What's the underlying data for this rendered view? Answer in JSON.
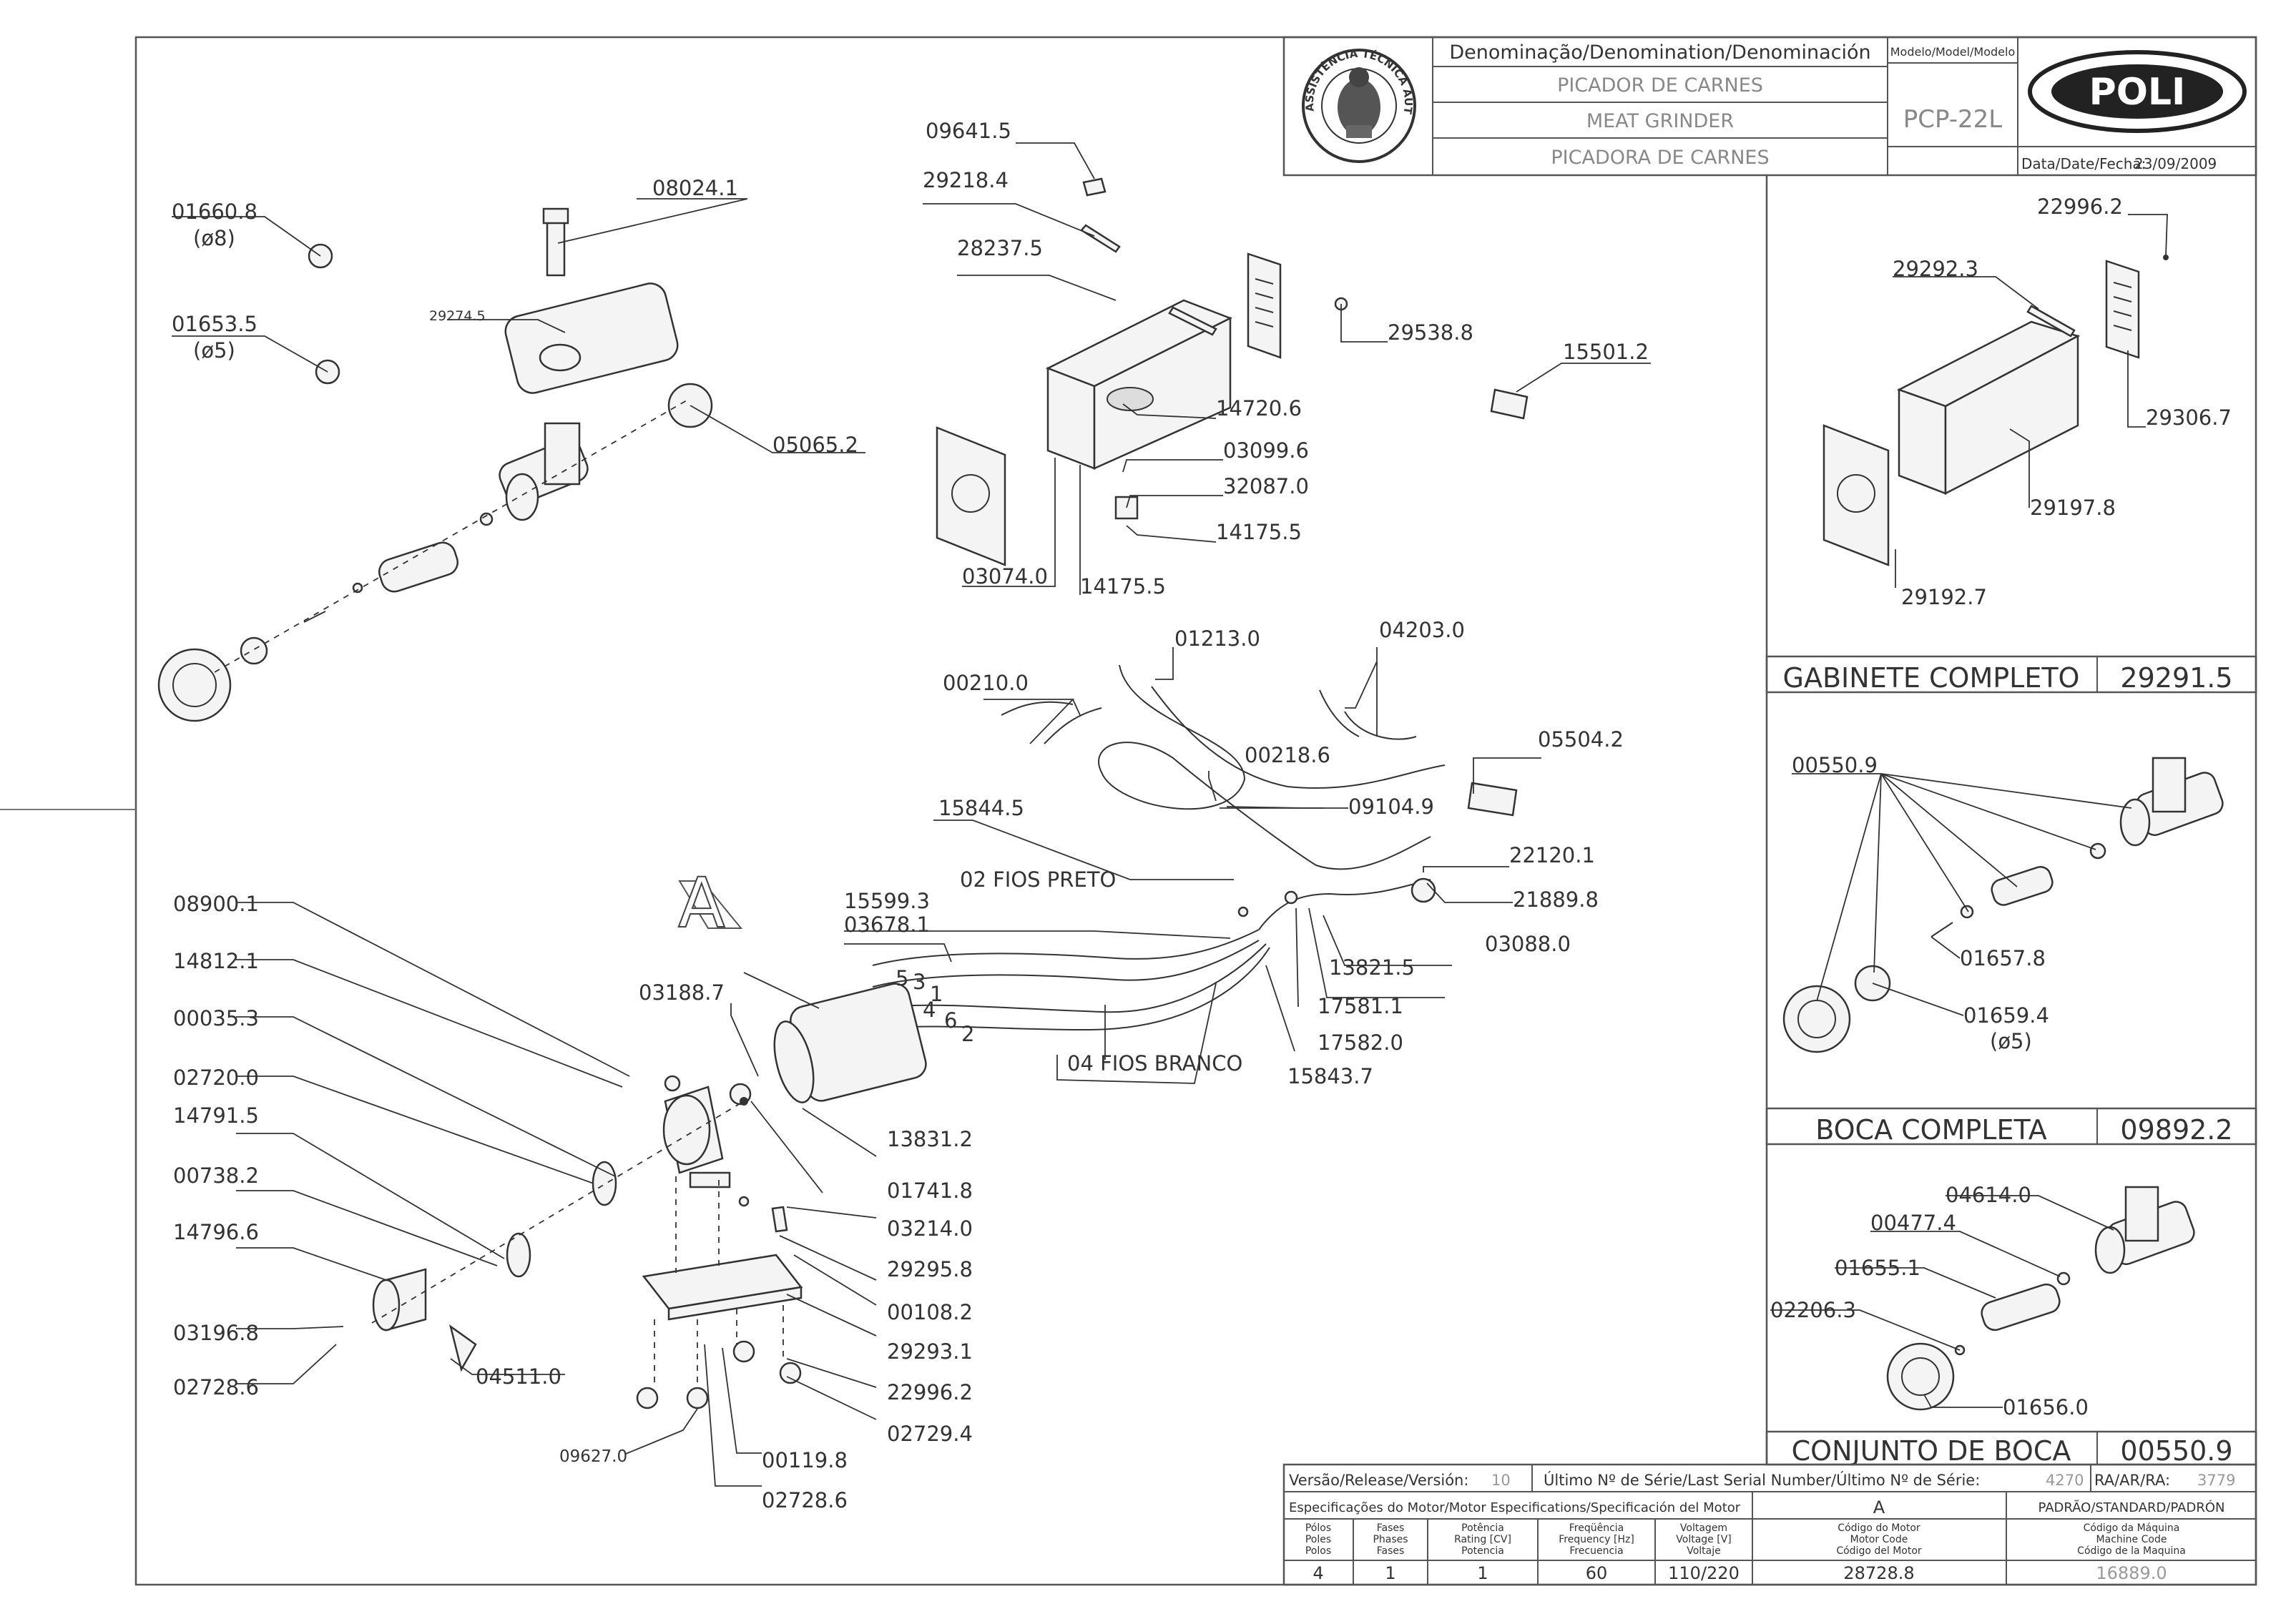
{
  "header": {
    "denomination_label": "Denominação/Denomination/Denominación",
    "name_pt": "PICADOR DE CARNES",
    "name_en": "MEAT GRINDER",
    "name_es": "PICADORA DE CARNES",
    "model_label": "Modelo/Model/Modelo",
    "model_value": "PCP-22L",
    "brand": "POLI",
    "date_label": "Data/Date/Fecha:",
    "date_value": "23/09/2009",
    "seal_text": "ASSISTÊNCIA TÉCNICA AUTORIZADA"
  },
  "main_labels": [
    "09641.5",
    "29218.4",
    "28237.5",
    "29538.8",
    "15501.2",
    "14720.6",
    "03099.6",
    "32087.0",
    "14175.5",
    "03074.0",
    "14175.5",
    "01213.0",
    "04203.0",
    "00210.0",
    "00218.6",
    "05504.2",
    "09104.9",
    "15844.5",
    "02 FIOS PRETO",
    "22120.1",
    "21889.8",
    "15599.3",
    "03678.1",
    "13821.5",
    "03088.0",
    "17581.1",
    "17582.0",
    "04 FIOS BRANCO",
    "15843.7",
    "08900.1",
    "14812.1",
    "00035.3",
    "03188.7",
    "02720.0",
    "13831.2",
    "01741.8",
    "14791.5",
    "03214.0",
    "00738.2",
    "29295.8",
    "14796.6",
    "00108.2",
    "03196.8",
    "29293.1",
    "02728.6",
    "04511.0",
    "22996.2",
    "02729.4",
    "09627.0",
    "00119.8",
    "02728.6",
    "01660.8",
    "(ø8)",
    "01653.5",
    "(ø5)",
    "08024.1",
    "29274.5",
    "05065.2"
  ],
  "section_marker": "A",
  "wire_numbers": [
    "5",
    "3",
    "1",
    "4",
    "6",
    "2"
  ],
  "sections": {
    "gabinete": {
      "title": "GABINETE COMPLETO",
      "code": "29291.5",
      "labels": [
        "22996.2",
        "29292.3",
        "29306.7",
        "29197.8",
        "29192.7"
      ]
    },
    "boca": {
      "title": "BOCA COMPLETA",
      "code": "09892.2",
      "labels": [
        "00550.9",
        "01657.8",
        "01659.4",
        "(ø5)"
      ]
    },
    "conjunto": {
      "title": "CONJUNTO DE BOCA",
      "code": "00550.9",
      "labels": [
        "04614.0",
        "00477.4",
        "01655.1",
        "02206.3",
        "01656.0"
      ]
    }
  },
  "footer": {
    "release_label": "Versão/Release/Versión:",
    "release_value": "10",
    "serial_label": "Último Nº de Série/Last Serial Number/Último Nº de Série:",
    "serial_value": "4270",
    "ra_label": "RA/AR/RA:",
    "ra_value": "3779",
    "motor_spec_label": "Especificações do Motor/Motor Especifications/Specificación del Motor",
    "col_a": "A",
    "standard_label": "PADRÃO/STANDARD/PADRÓN",
    "headers": [
      [
        "Pólos",
        "Poles",
        "Polos"
      ],
      [
        "Fases",
        "Phases",
        "Fases"
      ],
      [
        "Potência",
        "Rating [CV]",
        "Potencia"
      ],
      [
        "Freqüência",
        "Frequency [Hz]",
        "Frecuencia"
      ],
      [
        "Voltagem",
        "Voltage [V]",
        "Voltaje"
      ],
      [
        "Código do Motor",
        "Motor Code",
        "Código del Motor"
      ],
      [
        "Código da Máquina",
        "Machine Code",
        "Código de la Maquina"
      ]
    ],
    "values": [
      "4",
      "1",
      "1",
      "60",
      "110/220",
      "28728.8",
      "16889.0"
    ]
  }
}
